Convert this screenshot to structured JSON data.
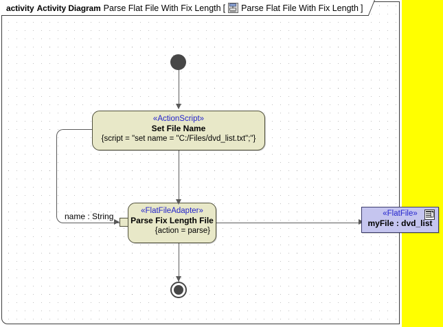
{
  "frame": {
    "keyword": "activity",
    "type_label": "Activity Diagram",
    "name": "Parse Flat File With Fix Length",
    "bracket_open": "[",
    "bracket_close": "]",
    "ref_name": "Parse Flat File With Fix Length",
    "icon": "activity-diagram-icon"
  },
  "canvas": {
    "background_color": "#ffffff",
    "gutter_color": "#ffff00",
    "grid": "dotted"
  },
  "nodes": {
    "initial": {
      "name": "initial-node",
      "shape": "filled-circle"
    },
    "set_file_name": {
      "stereotype": "«ActionScript»",
      "name": "Set File Name",
      "property": "{script = \"set name = \"C:/Files/dvd_list.txt\";\"}",
      "fill_color": "#e8e8c8",
      "border_color": "#4f4f3a",
      "stereotype_color": "#2222cc"
    },
    "parse_fix_length_file": {
      "stereotype": "«FlatFileAdapter»",
      "name": "Parse Fix Length File",
      "property": "{action = parse}",
      "fill_color": "#e8e8c8",
      "border_color": "#4f4f3a",
      "stereotype_color": "#2222cc"
    },
    "flat_file_object": {
      "stereotype": "«FlatFile»",
      "name": "myFile : dvd_list",
      "fill_color": "#c5c5ef",
      "border_color": "#3a3a6a",
      "stereotype_color": "#2222cc",
      "icon": "document-icon"
    },
    "final": {
      "name": "activity-final-node",
      "shape": "circle-with-ring"
    }
  },
  "edges": {
    "name_string_label": "name : String"
  }
}
